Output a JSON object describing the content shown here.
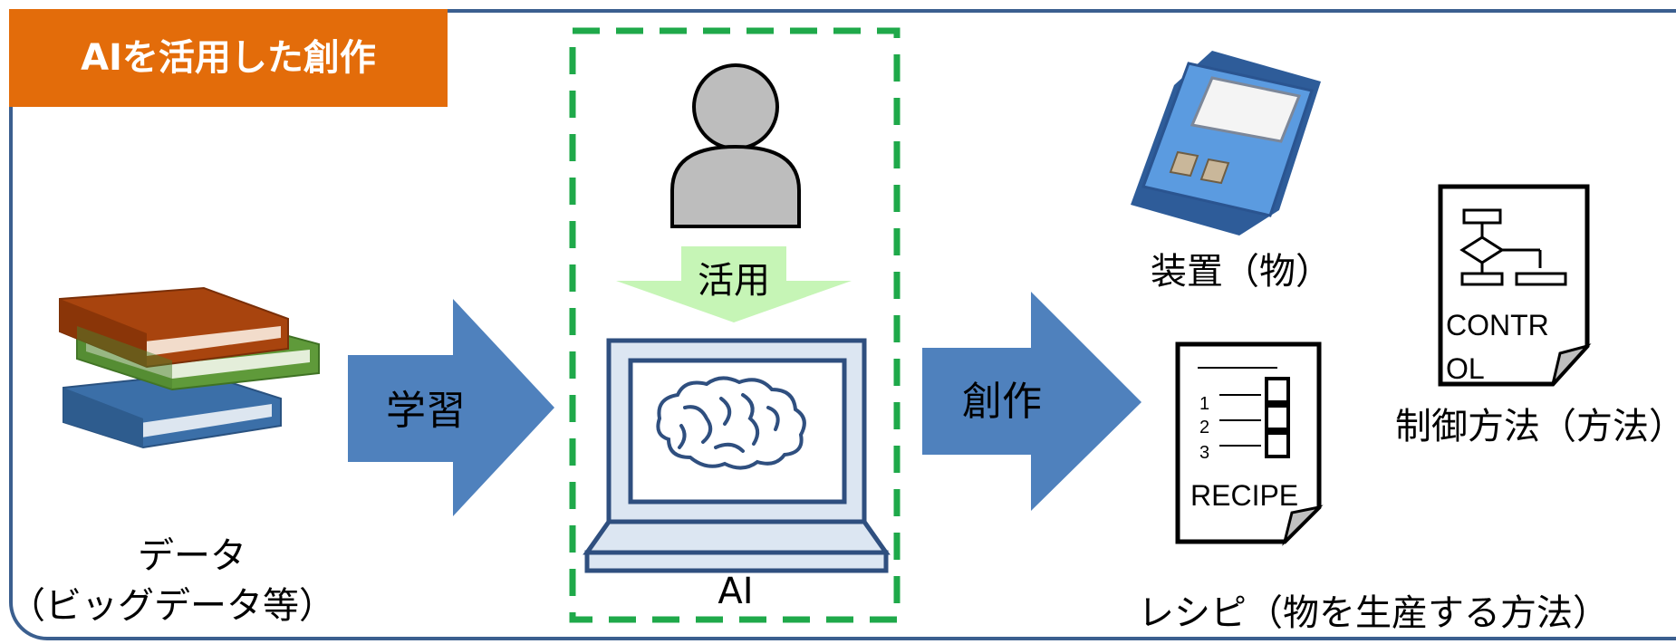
{
  "title": "AIを活用した創作",
  "colors": {
    "title_bg": "#E36C0A",
    "frame": "#3B5F8F",
    "arrow": "#4F81BD",
    "dashed": "#1FA94A",
    "light_arrow": "#C6F5B6"
  },
  "data_label": {
    "line1": "データ",
    "line2": "（ビッグデータ等）"
  },
  "arrow_learn": "学習",
  "human_arrow": "活用",
  "ai_label": "AI",
  "arrow_create": "創作",
  "device_label": "装置（物）",
  "recipe": {
    "doc_text": "RECIPE",
    "items": [
      "1",
      "2",
      "3"
    ],
    "label": "レシピ（物を生産する方法）"
  },
  "control": {
    "doc_text_line1": "CONTR",
    "doc_text_line2": "OL",
    "label": "制御方法（方法）"
  }
}
